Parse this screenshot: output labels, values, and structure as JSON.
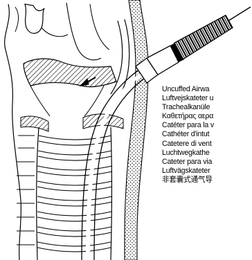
{
  "figure": {
    "labels": [
      "Uncuffed Airwa",
      "Luftvejskateter u",
      "Trachealkanüle",
      "Καθετήρας αερα",
      "Catéter para la v",
      "Cathéter d'intut",
      "Catetere di vent",
      "Luchtwegkathe",
      "Cateter para via",
      "Luftvägskateter",
      "非套囊式通气导"
    ]
  }
}
